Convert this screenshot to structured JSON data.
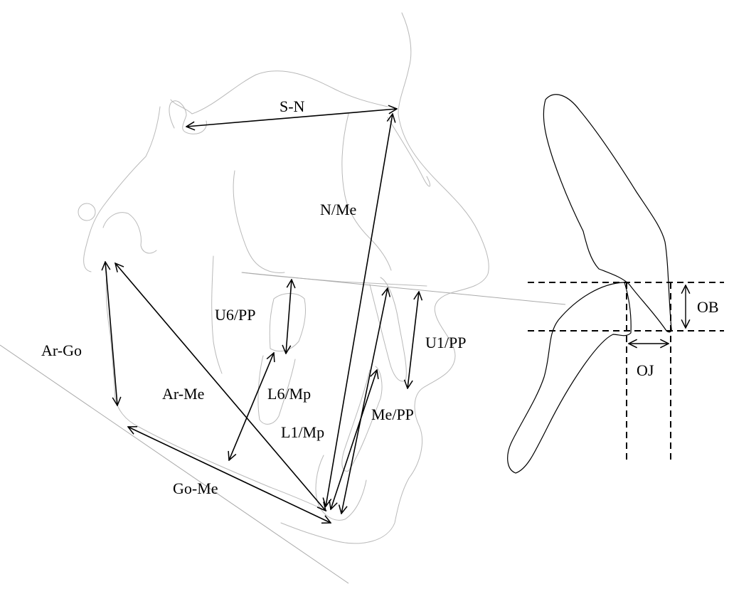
{
  "labels": {
    "sn": "S-N",
    "nme": "N/Me",
    "argo": "Ar-Go",
    "u6pp": "U6/PP",
    "u1pp": "U1/PP",
    "arme": "Ar-Me",
    "l6mp": "L6/Mp",
    "mepp": "Me/PP",
    "l1mp": "L1/Mp",
    "gome": "Go-Me",
    "ob": "OB",
    "oj": "OJ"
  }
}
